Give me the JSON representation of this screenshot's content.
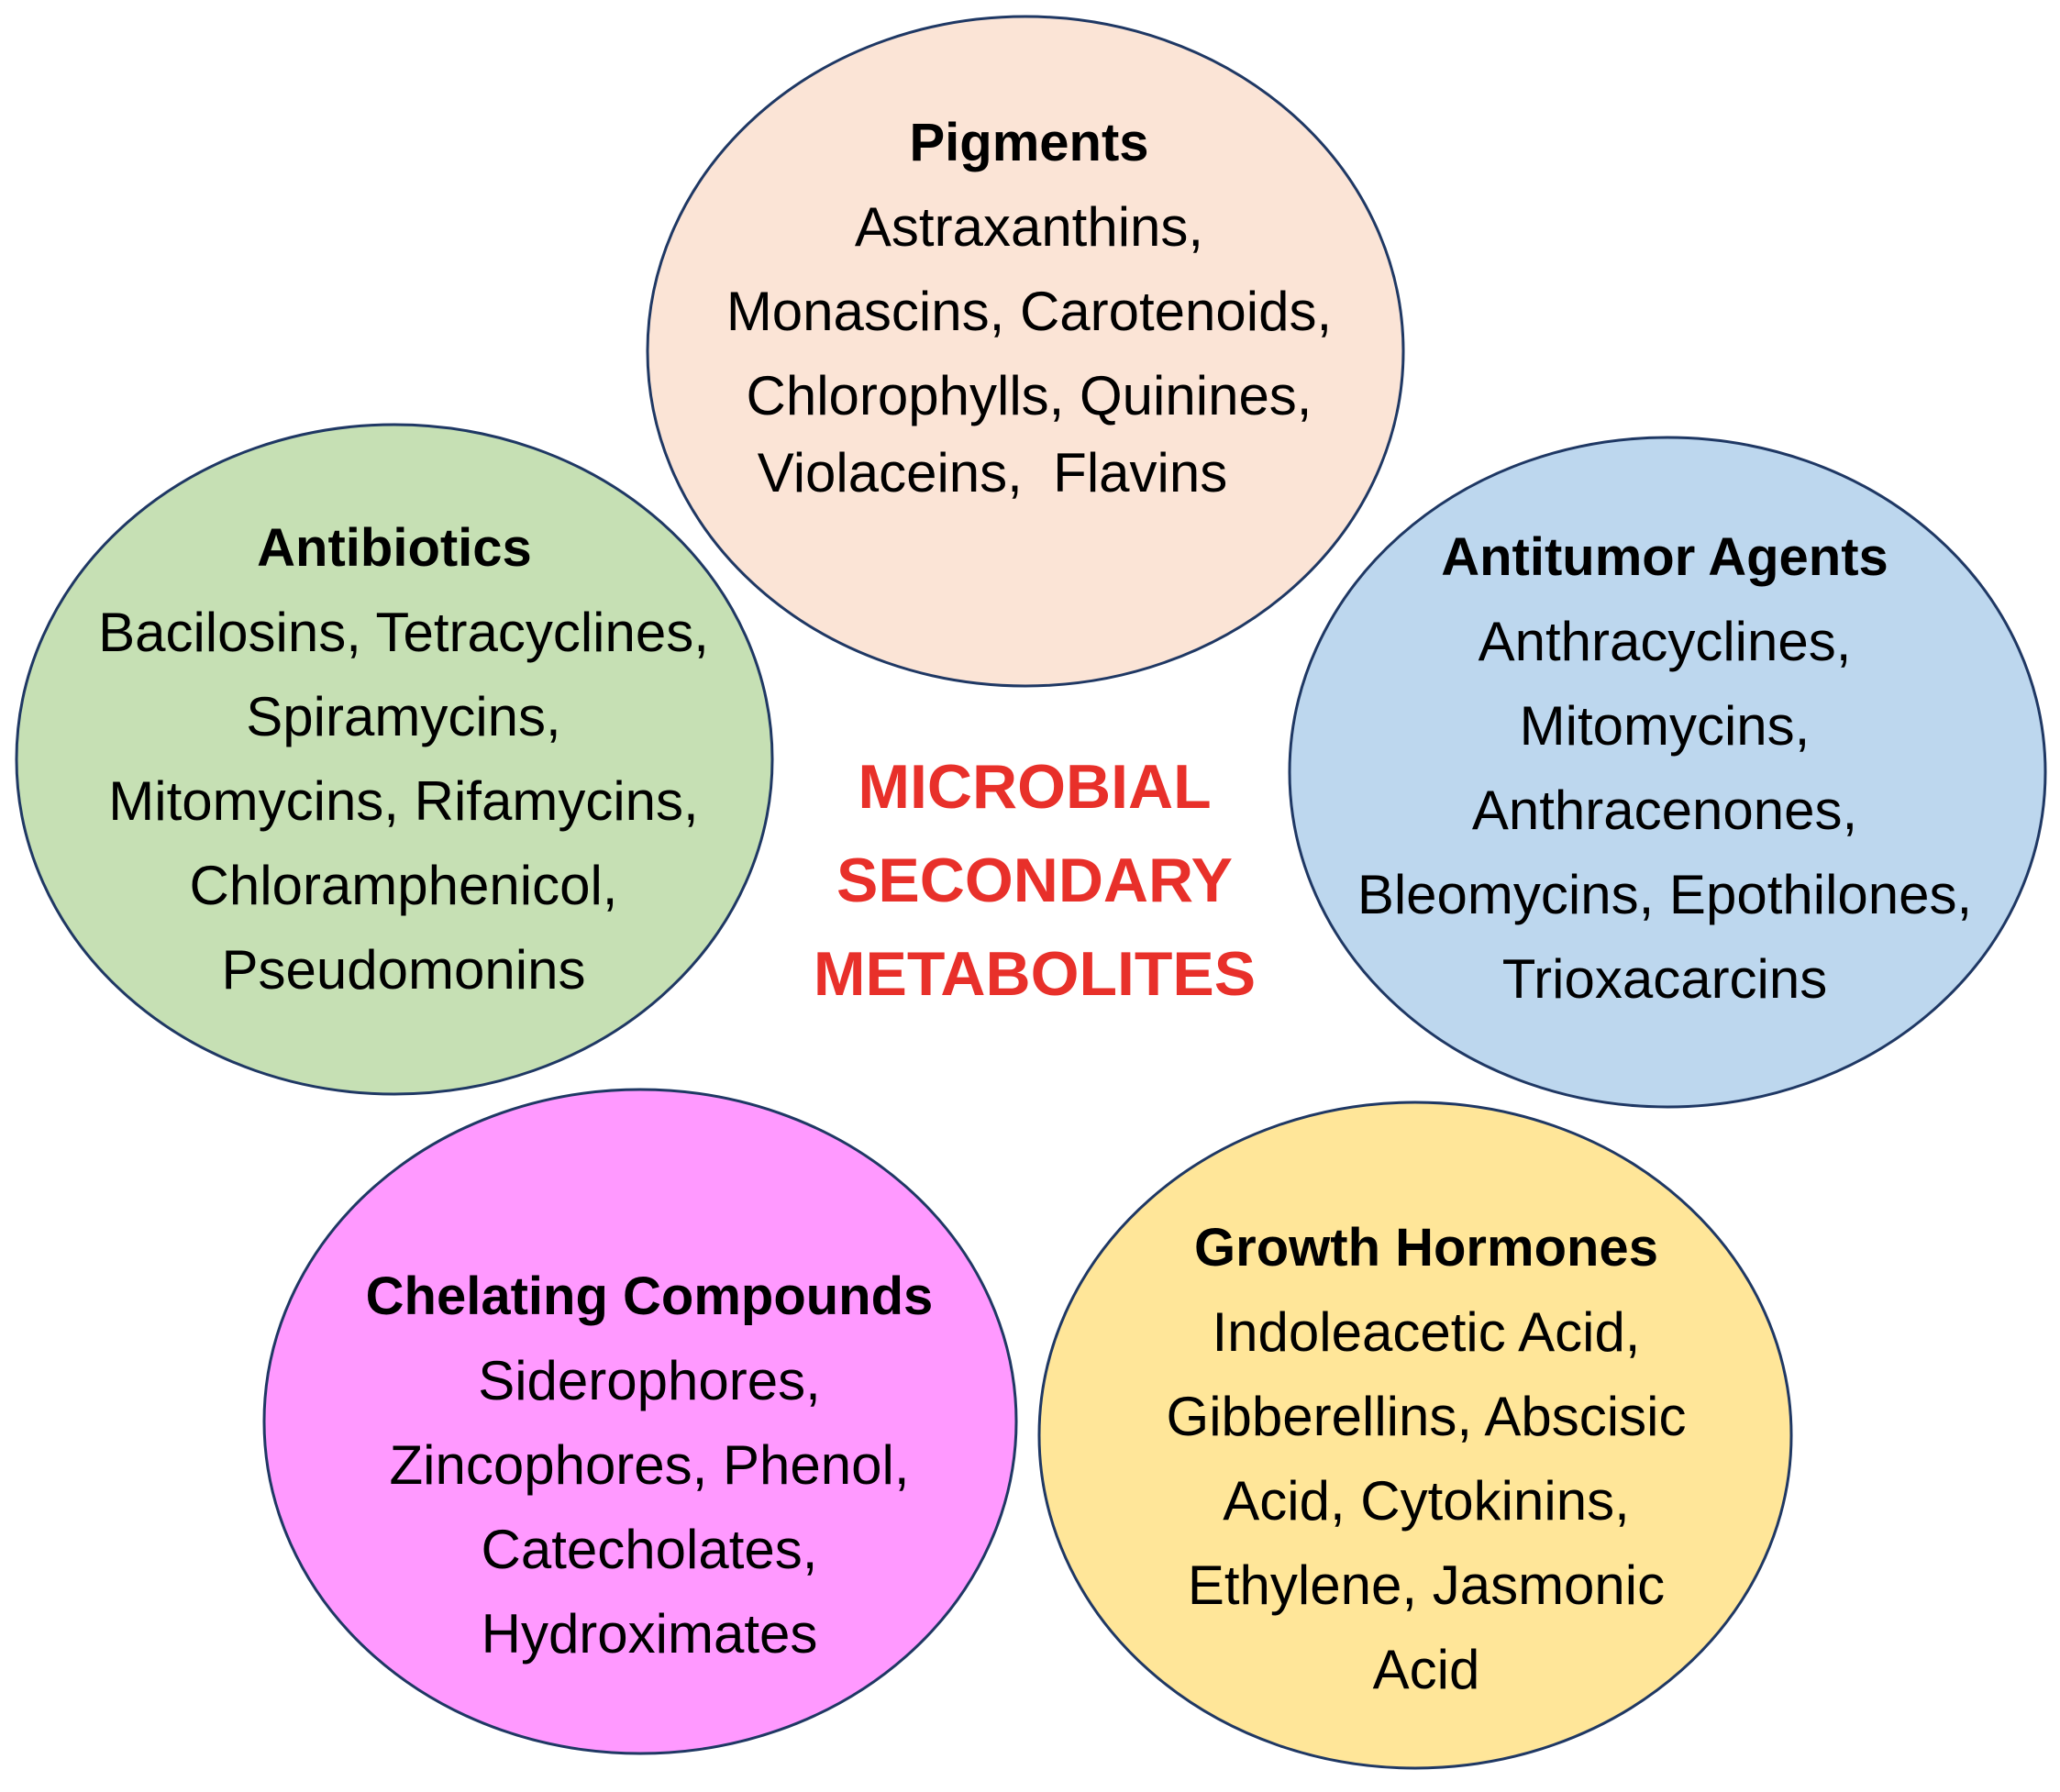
{
  "center": {
    "lines": [
      "MICROBIAL",
      "SECONDARY",
      "METABOLITES"
    ],
    "color": "#e8302a"
  },
  "circles": {
    "pigments": {
      "title": "Pigments",
      "lines": [
        "Astraxanthins,",
        "Monascins, Carotenoids,",
        "Chlorophylls, Quinines,",
        "Violaceins,  Flavins"
      ],
      "fill": "#fbe4d6"
    },
    "antibiotics": {
      "title": "Antibiotics",
      "lines": [
        "Bacilosins, Tetracyclines,",
        "Spiramycins,",
        "Mitomycins, Rifamycins,",
        "Chloramphenicol,",
        "Pseudomonins"
      ],
      "fill": "#c6e0b4"
    },
    "antitumor": {
      "title": "Antitumor Agents",
      "lines": [
        "Anthracyclines,",
        "Mitomycins,",
        "Anthracenones,",
        "Bleomycins, Epothilones,",
        "Trioxacarcins"
      ],
      "fill": "#bdd7ee"
    },
    "chelating": {
      "title": "Chelating Compounds",
      "lines": [
        "Siderophores,",
        "Zincophores, Phenol,",
        "Catecholates,",
        "Hydroximates"
      ],
      "fill": "#ff99ff"
    },
    "growth": {
      "title": "Growth Hormones",
      "lines": [
        "Indoleacetic Acid,",
        "Gibberellins, Abscisic",
        "Acid, Cytokinins,",
        "Ethylene, Jasmonic",
        "Acid"
      ],
      "fill": "#ffe699"
    }
  }
}
